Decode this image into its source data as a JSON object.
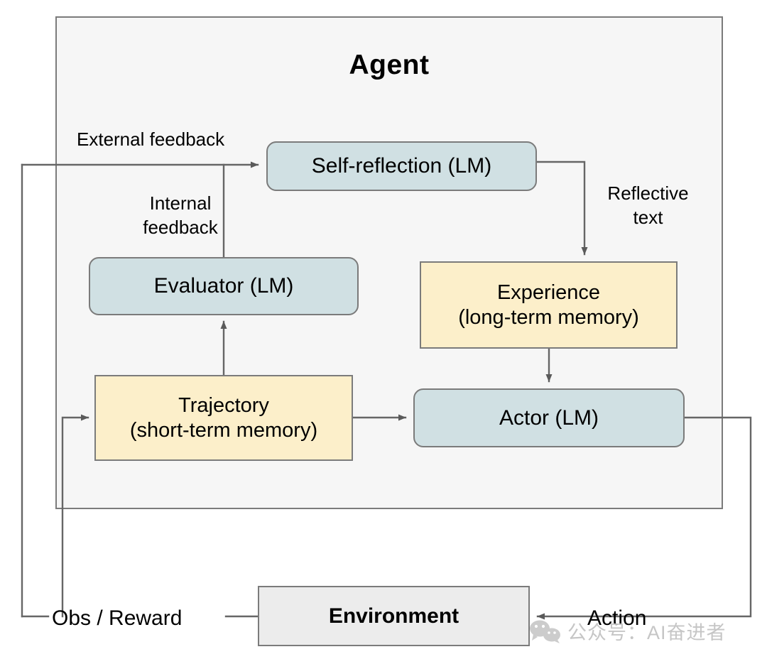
{
  "diagram": {
    "title": "Agent",
    "nodes": [
      {
        "id": "self-reflection",
        "line1": "Self-reflection (LM)",
        "line2": "",
        "fill": "#d0e0e3",
        "shape": "rounded"
      },
      {
        "id": "evaluator",
        "line1": "Evaluator (LM)",
        "line2": "",
        "fill": "#d0e0e3",
        "shape": "rounded"
      },
      {
        "id": "experience",
        "line1": "Experience",
        "line2": "(long-term memory)",
        "fill": "#fcefca",
        "shape": "rect"
      },
      {
        "id": "trajectory",
        "line1": "Trajectory",
        "line2": "(short-term memory)",
        "fill": "#fcefca",
        "shape": "rect"
      },
      {
        "id": "actor",
        "line1": "Actor (LM)",
        "line2": "",
        "fill": "#d0e0e3",
        "shape": "rounded"
      },
      {
        "id": "environment",
        "line1": "Environment",
        "line2": "",
        "fill": "#ececec",
        "shape": "rect"
      }
    ],
    "edge_labels": [
      {
        "id": "external-feedback",
        "text": "External feedback"
      },
      {
        "id": "internal-feedback",
        "text": "Internal\nfeedback"
      },
      {
        "id": "reflective-text",
        "text": "Reflective\ntext"
      },
      {
        "id": "obs-reward",
        "text": "Obs / Reward"
      },
      {
        "id": "action",
        "text": "Action"
      }
    ],
    "colors": {
      "panel_fill": "#f6f6f6",
      "stroke": "#7b7b7b",
      "blue_node": "#d0e0e3",
      "yellow_node": "#fcefca",
      "gray_node": "#ececec",
      "wire": "#666666",
      "watermark": "#c6c6c6"
    }
  },
  "watermark": {
    "icon": "wechat-icon",
    "text": "公众号：AI奋进者"
  }
}
